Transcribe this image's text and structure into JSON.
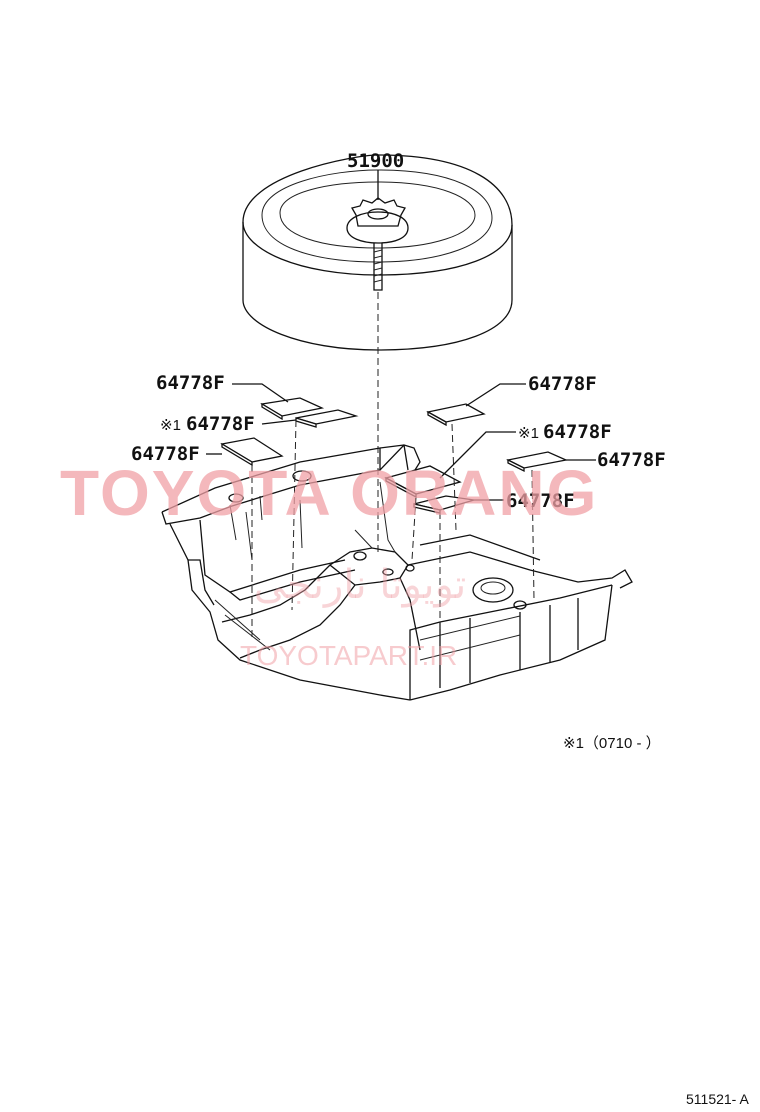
{
  "parts": {
    "spare_tire": "51900",
    "pad_label": "64778F",
    "note_prefix": "※1"
  },
  "note": {
    "text": "※1（0710 -         ）"
  },
  "diagram_code": "511521- A",
  "watermark": {
    "main": "TOYOTA ORANG",
    "sub": "TOYOTAPART.IR",
    "arabic": "تویوتا نارنجی",
    "color": "#f0a0a6"
  },
  "colors": {
    "line": "#111111",
    "background": "#ffffff"
  }
}
